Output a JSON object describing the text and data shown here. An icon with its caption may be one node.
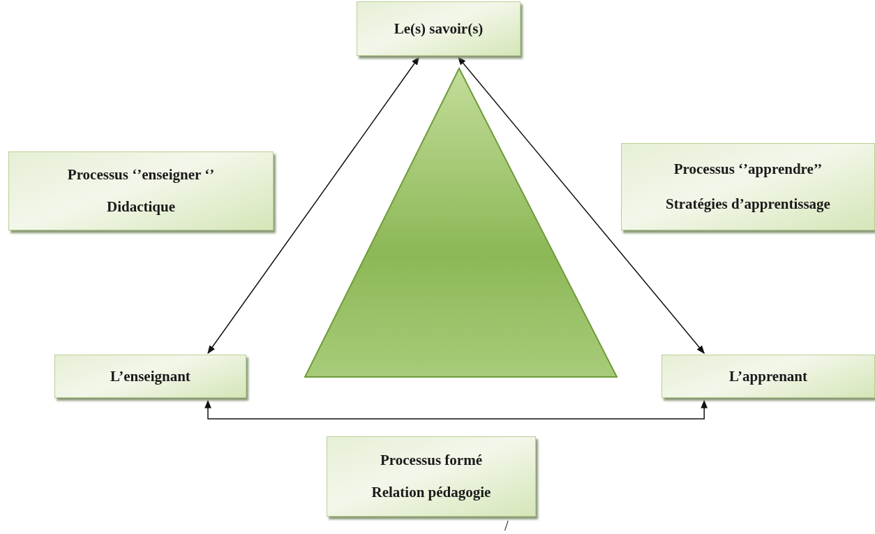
{
  "diagram": {
    "nodes": [
      {
        "text": [
          "Le(s) savoir(s)"
        ]
      },
      {
        "text": [
          "Processus ‘’enseigner ‘’",
          "Didactique"
        ]
      },
      {
        "text": [
          "Processus ‘’apprendre’’",
          "Stratégies d’apprentissage"
        ]
      },
      {
        "text": [
          "L’enseignant"
        ]
      },
      {
        "text": [
          "L’apprenant"
        ]
      },
      {
        "text": [
          "Processus formé",
          "Relation pédagogie"
        ],
        "beside": [
          "/"
        ]
      }
    ],
    "edges": [
      {
        "from": 0,
        "to": 3,
        "arrow": "both"
      },
      {
        "from": 0,
        "to": 4,
        "arrow": "both"
      },
      {
        "from": 3,
        "to": 4,
        "arrow": "both"
      }
    ]
  }
}
